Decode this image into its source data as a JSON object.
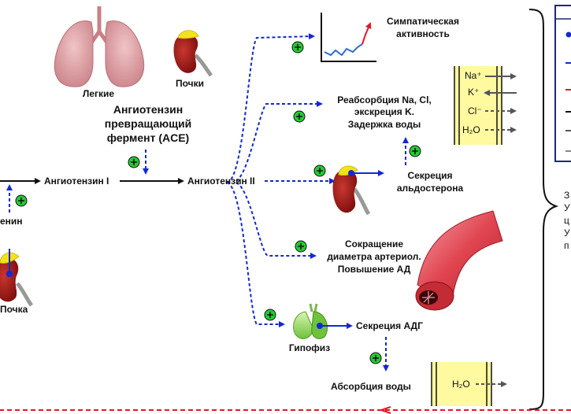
{
  "labels": {
    "lungs": "Легкие",
    "kidneys": "Почки",
    "ace": "Ангиотензин превращающий фермент (ACE)",
    "ace_line1": "Ангиотензин",
    "ace_line2": "превращающий",
    "ace_line3": "фермент (ACE)",
    "angiotensin1": "Ангиотензин I",
    "angiotensin2": "Ангиотензин II",
    "renin_partial": "енин",
    "kidney_partial": "Почка",
    "sympathetic_line1": "Симпатическая",
    "sympathetic_line2": "активность",
    "reabsorption_line1": "Реабсорбция Na, Cl,",
    "reabsorption_line2": "экскреция K.",
    "reabsorption_line3": "Задержка воды",
    "aldosterone_line1": "Секреция",
    "aldosterone_line2": "альдостерона",
    "arteriole_line1": "Сокращение",
    "arteriole_line2": "диаметра артериол.",
    "arteriole_line3": "Повышение АД",
    "pituitary": "Гипофиз",
    "adh": "Секреция АДГ",
    "water_absorption": "Абсорбция воды",
    "right_text": [
      "З",
      "У",
      "ц",
      "У",
      "п"
    ]
  },
  "ions": {
    "tubule1": [
      "Na⁺",
      "K⁺",
      "Cl⁻",
      "H₂O"
    ],
    "tubule2": [
      "H₂O"
    ]
  },
  "colors": {
    "activation": "#1428d2",
    "plus_fill": "#22cc33",
    "feedback": "#e0192b",
    "tubule": "#fff9a0",
    "kidney": "#9a1414",
    "lung": "#d99a9e",
    "vessel": "#e04550",
    "pituitary": "#8fd65a",
    "panel_border": "#1a2a7a"
  }
}
